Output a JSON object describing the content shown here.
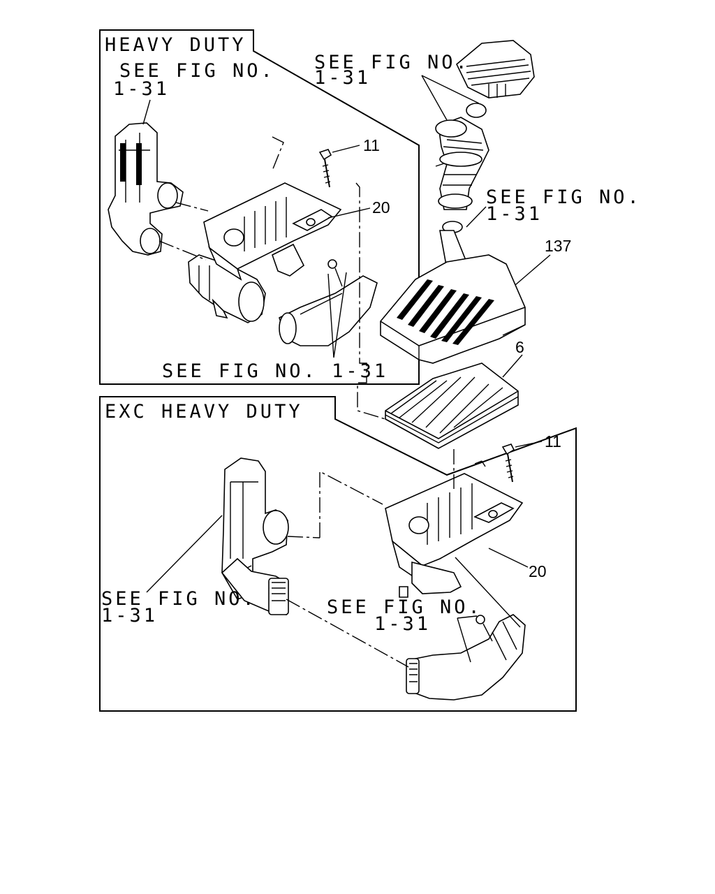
{
  "panels": {
    "heavy_duty": {
      "title": "HEAVY DUTY"
    },
    "exc_heavy_duty": {
      "title": "EXC HEAVY DUTY"
    }
  },
  "refs": {
    "hd_left_line1": "SEE FIG NO.",
    "hd_left_line2": "1-31",
    "top_line1": "SEE FIG NO.",
    "top_line2": "1-31",
    "right_line1": "SEE FIG NO.",
    "right_line2": "1-31",
    "hd_bottom": "SEE FIG NO. 1-31",
    "exc_left_line1": "SEE FIG NO.",
    "exc_left_line2": "1-31",
    "exc_mid_line1": "SEE FIG NO.",
    "exc_mid_line2": "1-31"
  },
  "callouts": {
    "hd_bolt": "11",
    "hd_case": "20",
    "cover": "137",
    "element": "6",
    "exc_bolt": "11",
    "exc_case": "20"
  }
}
